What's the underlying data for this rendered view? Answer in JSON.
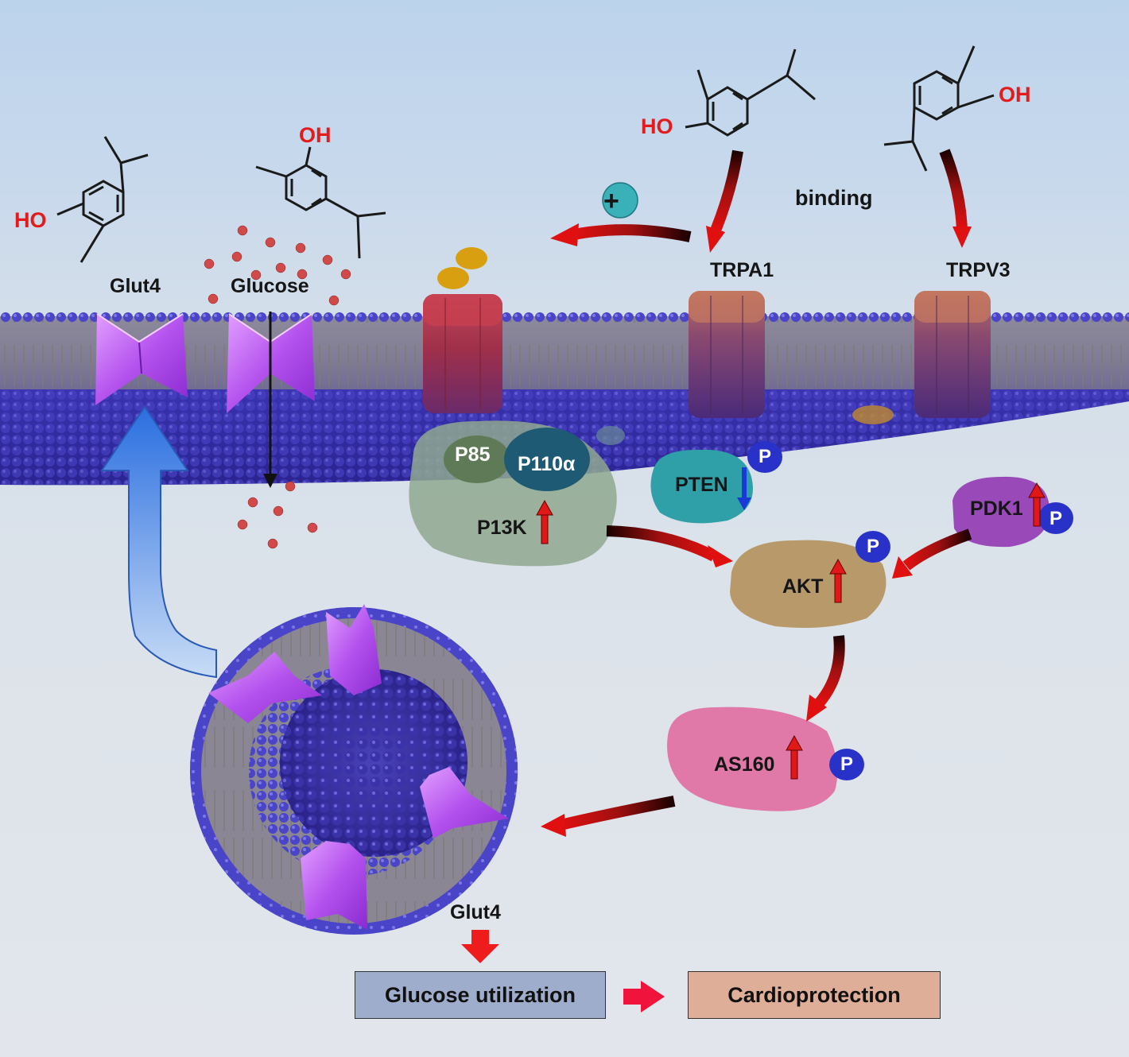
{
  "molecules": {
    "left_hydroxyl": "HO",
    "middle_hydroxyl": "OH",
    "top_hydroxyl": "HO",
    "right_hydroxyl": "OH"
  },
  "labels": {
    "glut4_membrane": "Glut4",
    "glucose": "Glucose",
    "binding": "binding",
    "trpa1": "TRPA1",
    "trpv3": "TRPV3",
    "p85": "P85",
    "p110a": "P110α",
    "pi3k": "P13K",
    "pten": "PTEN",
    "pdk1": "PDK1",
    "akt": "AKT",
    "as160": "AS160",
    "phospho": "P",
    "glut4_bottom": "Glut4",
    "plus_sign": "+"
  },
  "outcomes": {
    "glucose_utilization": "Glucose utilization",
    "cardioprotection": "Cardioprotection"
  },
  "colors": {
    "membrane_blue": "#3b34a8",
    "glut4_purple": "#c86af0",
    "arrow_red": "#d01010",
    "up_arrow_blue": "#4a8ee8",
    "pi3k_green": "#8fa891",
    "pten_teal": "#2fa0a8",
    "akt_tan": "#b89a6a",
    "as160_pink": "#e078a8",
    "pdk1_purple": "#9a4ab8",
    "phospho_blue": "#2832c8",
    "glucose_dot": "#d04a4a",
    "box_utilization": "#9fadcc",
    "box_cardio": "#dfae98"
  }
}
